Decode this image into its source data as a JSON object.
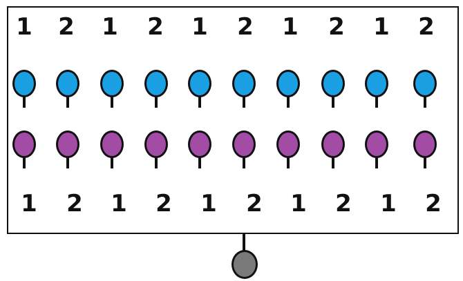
{
  "top_row_labels": [
    "1",
    "2",
    "1",
    "2",
    "1",
    "2",
    "1",
    "2",
    "1",
    "2"
  ],
  "bottom_row_labels": [
    "1",
    "2",
    "1",
    "2",
    "1",
    "2",
    "1",
    "2",
    "1",
    "2"
  ],
  "blue_row": {
    "count": 10,
    "fill_color": "#1a9fe3"
  },
  "purple_row": {
    "count": 10,
    "fill_color": "#a24ca6"
  },
  "output_pin": {
    "fill_color": "#7a7a7a"
  },
  "outline_color": "#111111"
}
